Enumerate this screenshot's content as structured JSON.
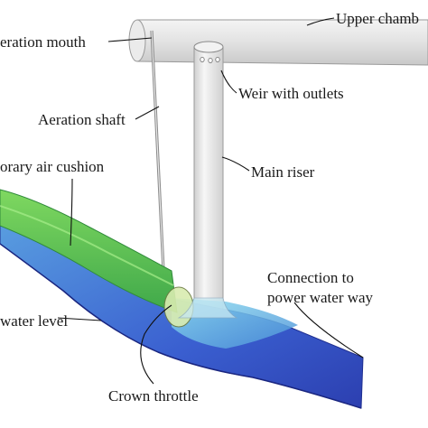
{
  "labels": {
    "upper_chamber": "Upper chamb",
    "aeration_mouth": "eration mouth",
    "weir_with_outlets": "Weir with outlets",
    "aeration_shaft": "Aeration shaft",
    "main_riser": "Main riser",
    "air_cushion": "orary air cushion",
    "connection_line1": "Connection to",
    "connection_line2": "power water way",
    "water_level": "water level",
    "crown_throttle": "Crown throttle"
  },
  "colors": {
    "air_cushion_green": "#6fcf4f",
    "water_blue": "#3a5fd0",
    "water_deep": "#2c3fb0",
    "water_cyan": "#7fd0e8",
    "glass_grey": "#dcdcdc",
    "glass_edge": "#9a9a9a"
  }
}
